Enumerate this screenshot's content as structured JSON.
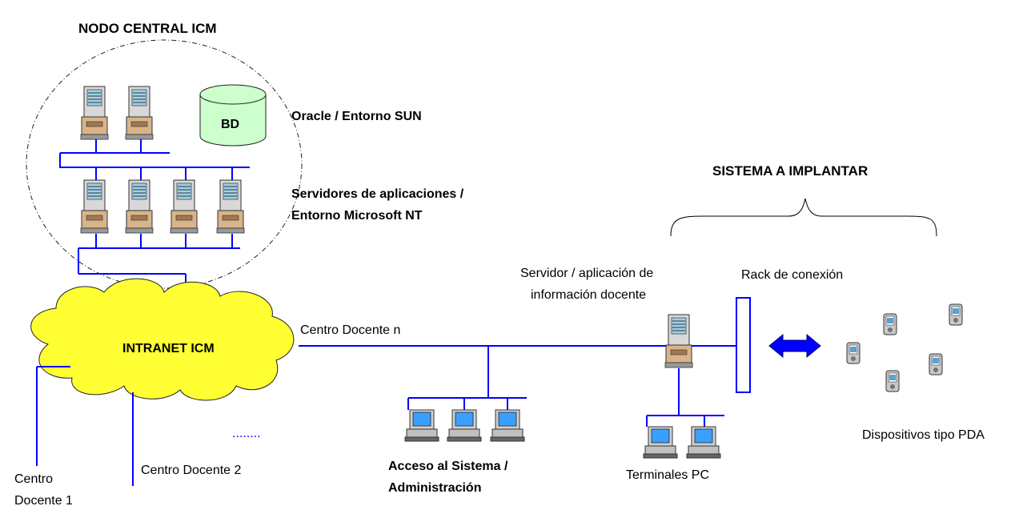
{
  "title_node": "NODO CENTRAL ICM",
  "db_label": "BD",
  "oracle_label": "Oracle / Entorno SUN",
  "servers_label_1": "Servidores de aplicaciones /",
  "servers_label_2": "Entorno Microsoft NT",
  "intranet_label": "INTRANET ICM",
  "sistema_label": "SISTEMA A IMPLANTAR",
  "servidor_label_1": "Servidor / aplicación de",
  "servidor_label_2": "información docente",
  "rack_label": "Rack de conexión",
  "centro_n_label": "Centro Docente n",
  "centro_1_label_1": "Centro",
  "centro_1_label_2": "Docente 1",
  "centro_2_label": "Centro Docente 2",
  "dots_label": "........",
  "acceso_label_1": "Acceso al Sistema /",
  "acceso_label_2": "Administración",
  "terminales_label": "Terminales PC",
  "pda_label": "Dispositivos tipo PDA",
  "colors": {
    "line": "#0000ff",
    "cloud": "#ffff33",
    "db": "#ccffcc",
    "arrow": "#0000ff",
    "server_body": "#c8c8c8",
    "server_base": "#d2a679"
  }
}
